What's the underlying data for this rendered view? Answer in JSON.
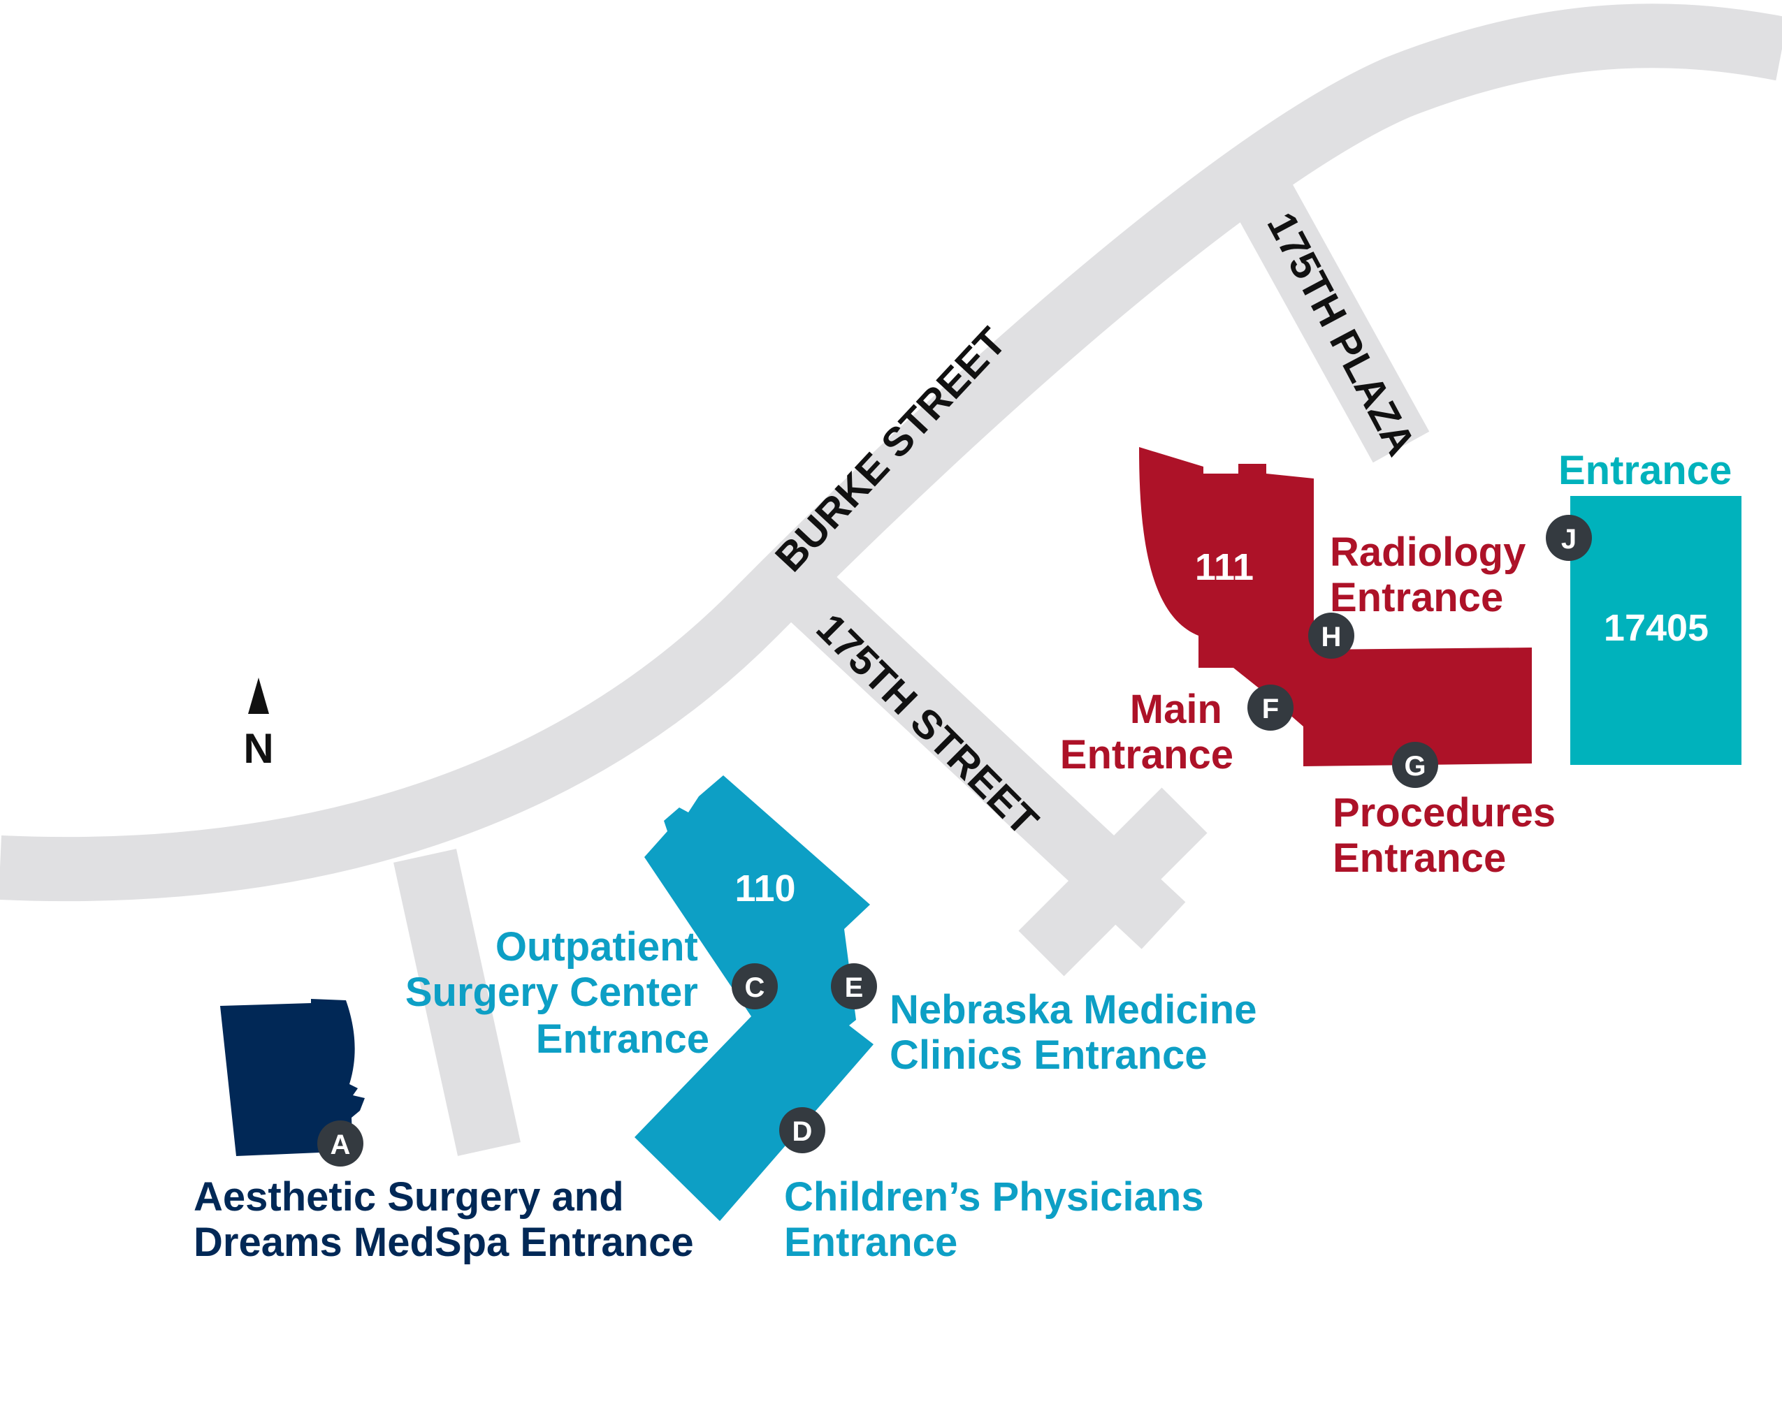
{
  "colors": {
    "road": "#e0e0e2",
    "red": "#ad1228",
    "navy": "#012856",
    "blue": "#0d9fc5",
    "teal": "#00b2bc",
    "marker": "#343a40"
  },
  "roads": {
    "burke": "BURKE STREET",
    "street175": "175TH STREET",
    "plaza175": "175TH PLAZA"
  },
  "compass": {
    "label": "N",
    "icon": "north-arrow-icon"
  },
  "buildings": {
    "b111": "111",
    "b110": "110",
    "b17405": "17405",
    "aesthetic_building": ""
  },
  "markers": {
    "A": "A",
    "C": "C",
    "D": "D",
    "E": "E",
    "F": "F",
    "G": "G",
    "H": "H",
    "J": "J"
  },
  "entrances": {
    "aesthetic": [
      "Aesthetic Surgery and",
      "Dreams MedSpa Entrance"
    ],
    "outpatient": [
      "Outpatient",
      "Surgery Center",
      "Entrance"
    ],
    "nebraska": [
      "Nebraska Medicine",
      "Clinics Entrance"
    ],
    "childrens": [
      "Children’s Physicians",
      "Entrance"
    ],
    "main": [
      "Main",
      "Entrance"
    ],
    "radiology": [
      "Radiology",
      "Entrance"
    ],
    "procedures": [
      "Procedures",
      "Entrance"
    ],
    "j": [
      "Entrance"
    ]
  }
}
